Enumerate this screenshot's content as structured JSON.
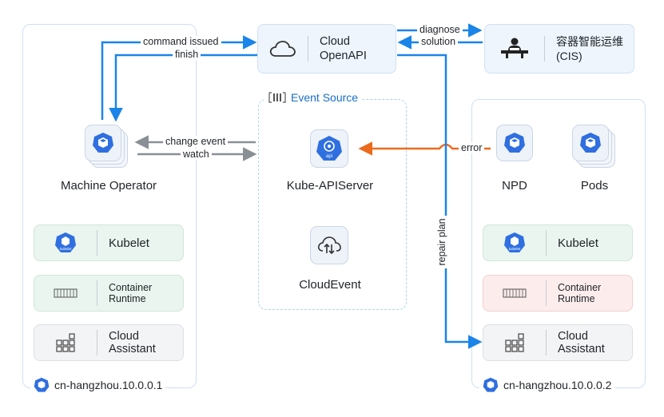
{
  "cloud_openapi": {
    "line1": "Cloud",
    "line2": "OpenAPI"
  },
  "cis": {
    "line1": "容器智能运维",
    "line2": "(CIS)"
  },
  "event_source": {
    "label": "Event Source"
  },
  "kube_apiserver": {
    "label": "Kube-APIServer",
    "icon_text": "api"
  },
  "cloud_event": {
    "label": "CloudEvent"
  },
  "node1": {
    "name": "cn-hangzhou.10.0.0.1",
    "operator": "Machine Operator",
    "kubelet": "Kubelet",
    "kubelet_icon_text": "kubelet",
    "runtime": "Container Runtime",
    "assistant": "Cloud Assistant"
  },
  "node2": {
    "name": "cn-hangzhou.10.0.0.2",
    "npd": "NPD",
    "pods": "Pods",
    "kubelet": "Kubelet",
    "kubelet_icon_text": "kubelet",
    "runtime": "Container Runtime",
    "assistant": "Cloud Assistant"
  },
  "arrows": {
    "command_issued": "command issued",
    "finish": "finish",
    "diagnose": "diagnose",
    "solution": "solution",
    "change_event": "change event",
    "watch": "watch",
    "error": "error",
    "repair_plan": "repair plan"
  },
  "colors": {
    "blue_arrow": "#1a84e8",
    "gray_arrow": "#8a8f96",
    "orange_arrow": "#ec6a1e",
    "k8s_blue": "#2f6fe0",
    "panel_border": "#cfe0f3"
  }
}
